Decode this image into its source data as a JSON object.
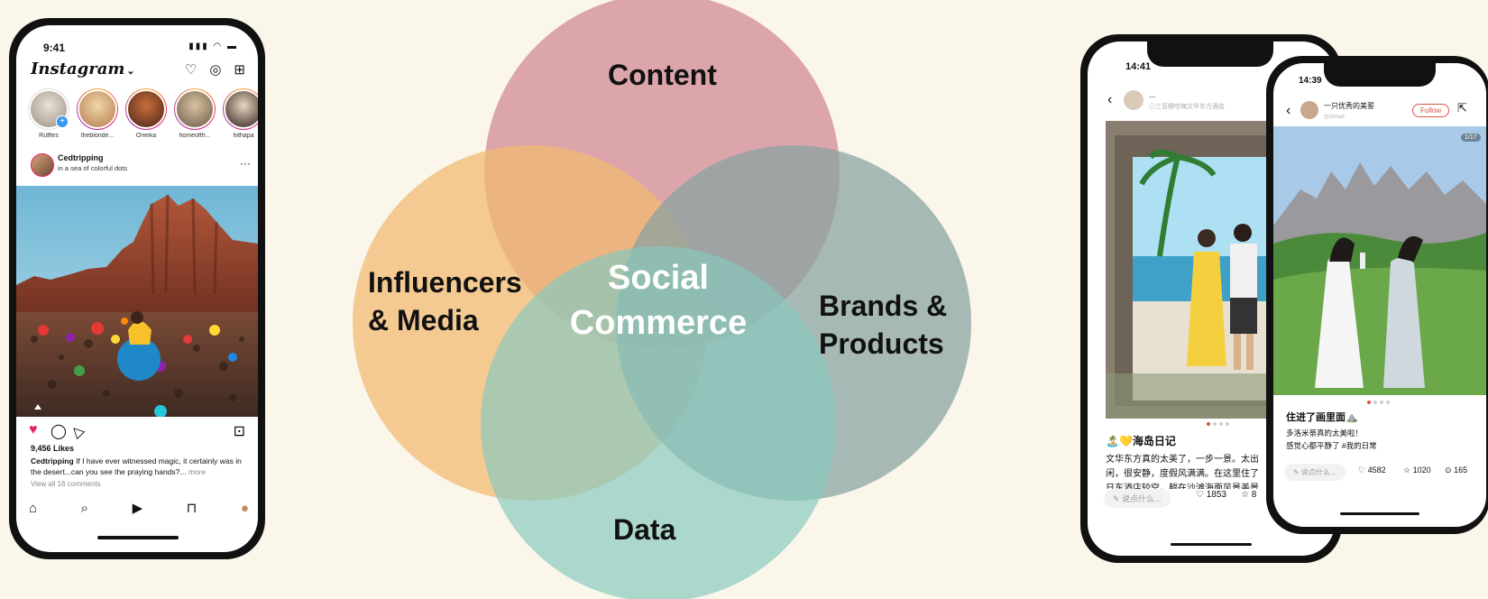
{
  "instagram": {
    "status_time": "9:41",
    "status_icons": "▮▮▮ ◠ ▬",
    "logo": "Instagram",
    "logo_chevron": "⌄",
    "stories": [
      {
        "name": "Ruffles"
      },
      {
        "name": "theblonde..."
      },
      {
        "name": "Oneika"
      },
      {
        "name": "homeofth..."
      },
      {
        "name": "hithapa"
      }
    ],
    "post": {
      "username": "Cedtripping",
      "subtitle": "in a sea of colorful dots",
      "more_icon": "···",
      "likes": "9,456 Likes",
      "caption_user": "Cedtripping",
      "caption_text": " If I have ever witnessed magic, it certainly was in the desert...can you see the praying hands?...",
      "caption_more": " more",
      "view_comments": "View all 16 comments"
    },
    "icons": {
      "heart": "♥",
      "comment": "◯",
      "share": "◁",
      "bookmark": "⊡",
      "home": "⌂",
      "search": "⌕",
      "reels": "▶",
      "shop": "⊓",
      "profile": "●",
      "notifications": "♡",
      "messenger": "◎",
      "new_post": "⊞"
    },
    "colors": {
      "like": "#e0245e",
      "story_accent": "#e91e63"
    }
  },
  "venn": {
    "top": "Content",
    "left_line1": "Influencers",
    "left_line2": "& Media",
    "right_line1": "Brands &",
    "right_line2": "Products",
    "bottom": "Data",
    "center_line1": "Social",
    "center_line2": "Commerce",
    "colors": {
      "content": "#d68aa0",
      "influencers": "#f7c07a",
      "brands": "#8aa8b0",
      "data": "#8ad0d0"
    }
  },
  "xhs_back": {
    "time": "14:41",
    "author": "...",
    "location": "◎三亚穆哈梅文华东方酒店",
    "title": "🏝️💛海岛日记",
    "body_line1": "文华东方真的太美了，一步一景。太出",
    "body_line2": "闲，很安静，度假风满满。在这里住了",
    "body_line3": "日东酒店较空，躺在沙滩海面风景美景",
    "comment_placeholder": "✎ 说点什么...",
    "likes": "1853",
    "stars": "8"
  },
  "xhs_front": {
    "time": "14:39",
    "author": "一只优秀的美誓",
    "location": "◎Orisel",
    "follow": "Follow",
    "page_counter": "1/17",
    "title": "住进了画里面⛰️",
    "body_line1": "多洛米蒂真的太美啦！",
    "body_line2": "感觉心都平静了 #我的日常",
    "comment_placeholder": "✎ 说点什么...",
    "likes": "4582",
    "stars": "1020",
    "comments": "165",
    "colors": {
      "accent": "#e0513f",
      "hashtag": "#2b5aa8"
    }
  }
}
